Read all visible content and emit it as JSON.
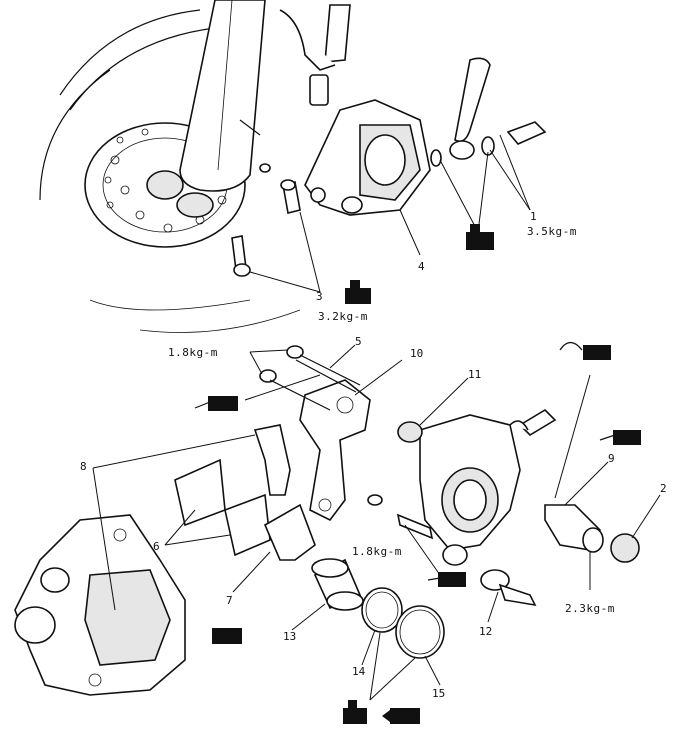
{
  "callouts": {
    "c1": "1",
    "c2": "2",
    "c3": "3",
    "c4": "4",
    "c5": "5",
    "c6": "6",
    "c7": "7",
    "c8": "8",
    "c9": "9",
    "c10": "10",
    "c11": "11",
    "c12": "12",
    "c13": "13",
    "c14": "14",
    "c15": "15"
  },
  "torques": {
    "t1": "3.5kg-m",
    "t3": "3.2kg-m",
    "t5": "1.8kg-m",
    "t_bleeder": "1.8kg-m",
    "t9": "2.3kg-m"
  },
  "symbols": {
    "locking_agent": "sealant-icon",
    "grease": "grease-tube-icon",
    "brake_fluid": "brake-fluid-icon",
    "torque_wrench": "torque-wrench-icon"
  }
}
